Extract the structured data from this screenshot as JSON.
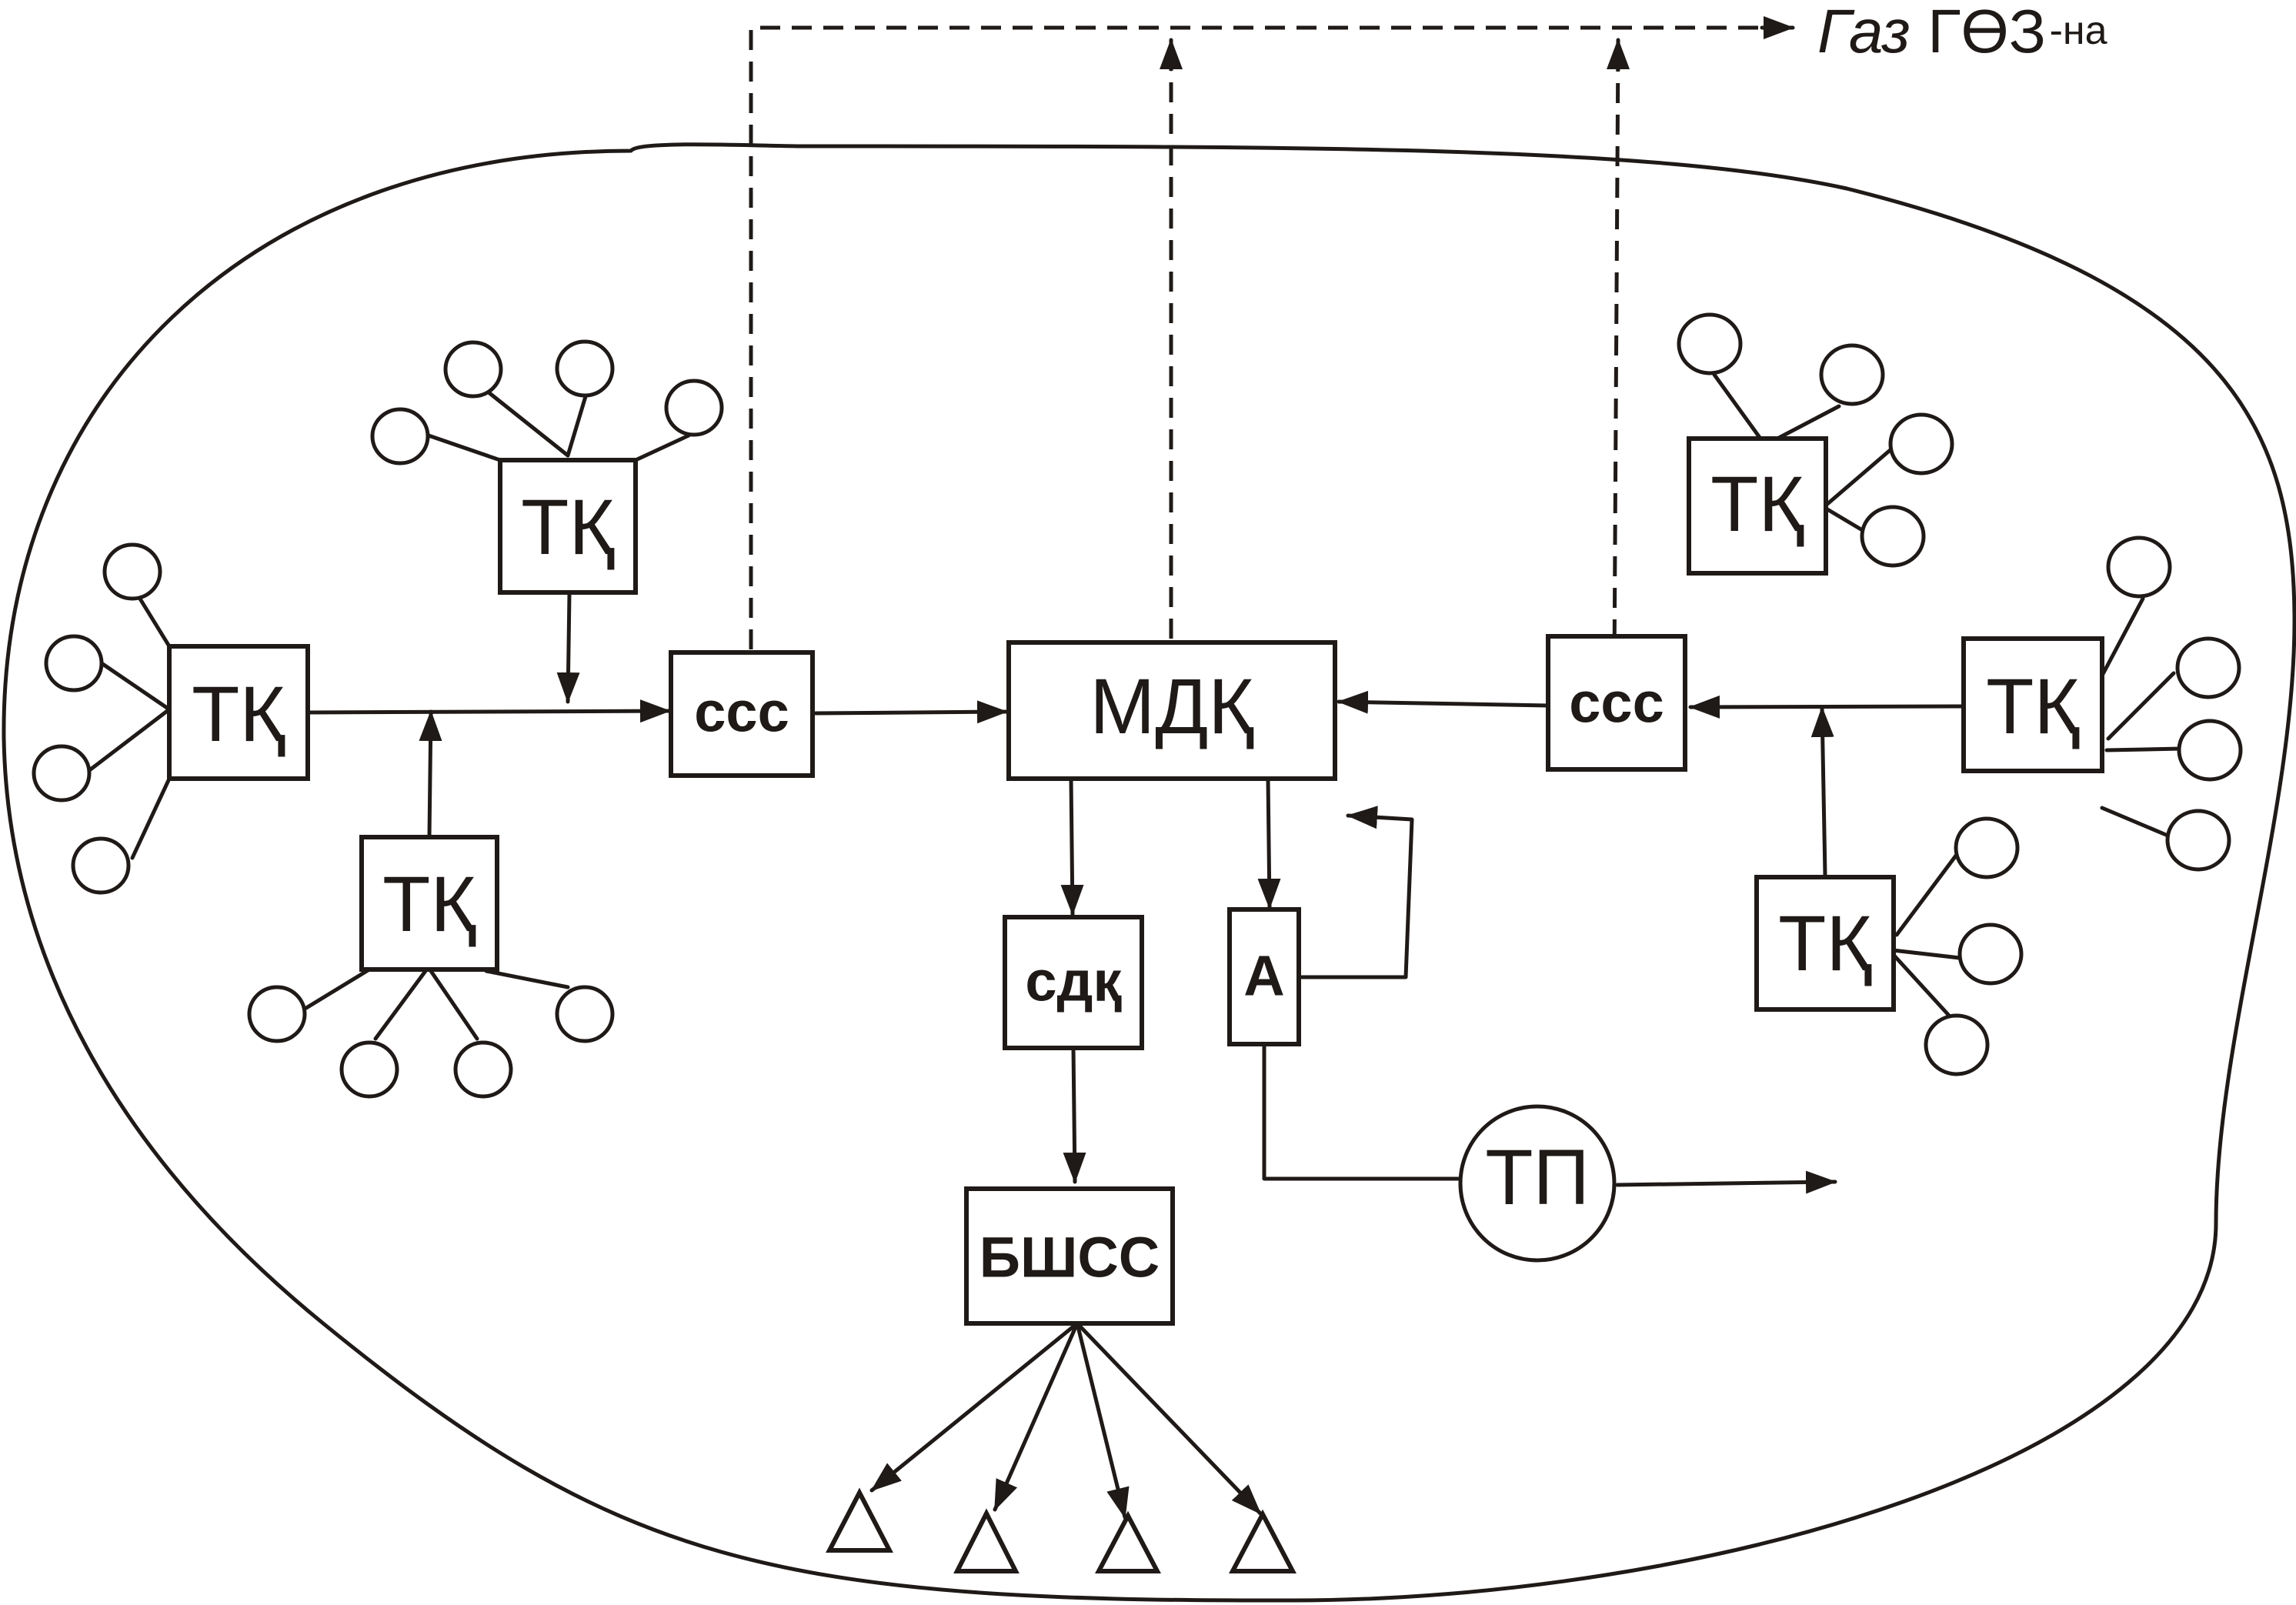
{
  "colors": {
    "stroke": "#1f1a17",
    "background": "#ffffff"
  },
  "labels": {
    "tk": "ТҚ",
    "ccc": "ссс",
    "mdk": "МДҚ",
    "sdk": "сдқ",
    "a": "А",
    "bshss": "БШСС",
    "tp": "ТП"
  },
  "gas_label": {
    "italic_part": "Газ",
    "regular_part": "ГӨЗ",
    "suffix": "-на"
  }
}
